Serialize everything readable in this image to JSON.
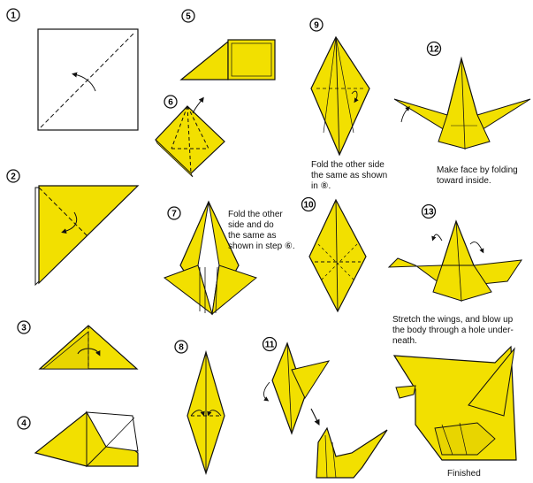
{
  "colors": {
    "paper_yellow": "#f2e000",
    "paper_shadow": "#d9c600",
    "outline": "#111111",
    "background": "#ffffff"
  },
  "steps": [
    {
      "number": "1"
    },
    {
      "number": "2"
    },
    {
      "number": "3"
    },
    {
      "number": "4"
    },
    {
      "number": "5"
    },
    {
      "number": "6"
    },
    {
      "number": "7"
    },
    {
      "number": "8"
    },
    {
      "number": "9"
    },
    {
      "number": "10"
    },
    {
      "number": "11"
    },
    {
      "number": "12"
    },
    {
      "number": "13"
    }
  ],
  "captions": {
    "step7": [
      "Fold the other",
      "side and do",
      "the same as",
      "shown in step ⑥."
    ],
    "step9": [
      "Fold the other side",
      "the same as shown",
      "in ⑧."
    ],
    "step12": [
      "Make face by folding",
      "toward inside."
    ],
    "step13": [
      "Stretch the wings, and blow up",
      "the body through a hole under-",
      "neath."
    ],
    "finished": "Finished"
  }
}
